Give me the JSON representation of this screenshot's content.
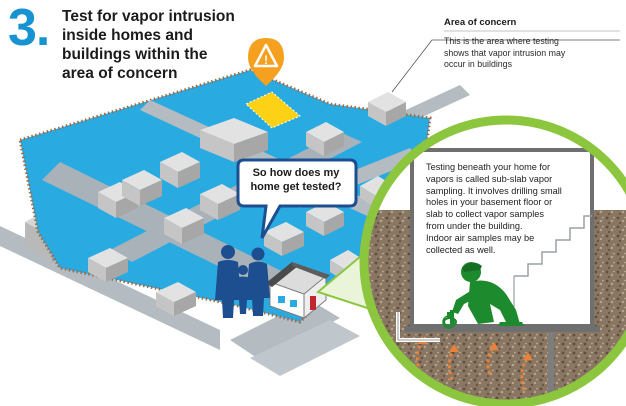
{
  "step": {
    "number": "3.",
    "heading": "Test for vapor intrusion\ninside homes and\nbuildings within the\narea of concern"
  },
  "area_of_concern": {
    "title": "Area of concern",
    "description": "This is the area where testing\nshows that vapor intrusion may\noccur in buildings"
  },
  "speech_bubble": {
    "text": "So how does my\nhome get tested?"
  },
  "testing_info": {
    "text": "Testing beneath your home for\nvapors is called sub-slab vapor\nsampling. It involves drilling small\nholes in your basement floor or\nslab to collect vapor samples\nfrom under the building.\nIndoor air samples may be\ncollected as well."
  },
  "warning_icon": {
    "glyph": "!"
  },
  "icons": {
    "warning": "warning-triangle-icon",
    "family": "family-silhouette-icon",
    "technician": "technician-silhouette-icon"
  },
  "colors": {
    "accent_blue": "#1793d2",
    "area_blue": "#29abe2",
    "road_gray": "#a9b2b8",
    "warning_orange": "#f5a11f",
    "highlight_yellow": "#fcd116",
    "family_navy": "#1d4e8f",
    "worker_green": "#1d8a2e",
    "circle_border": "#8cc63f",
    "soil": "#8a7763",
    "vapor_arrow": "#e8823a",
    "boundary_brown": "#a06a46"
  }
}
